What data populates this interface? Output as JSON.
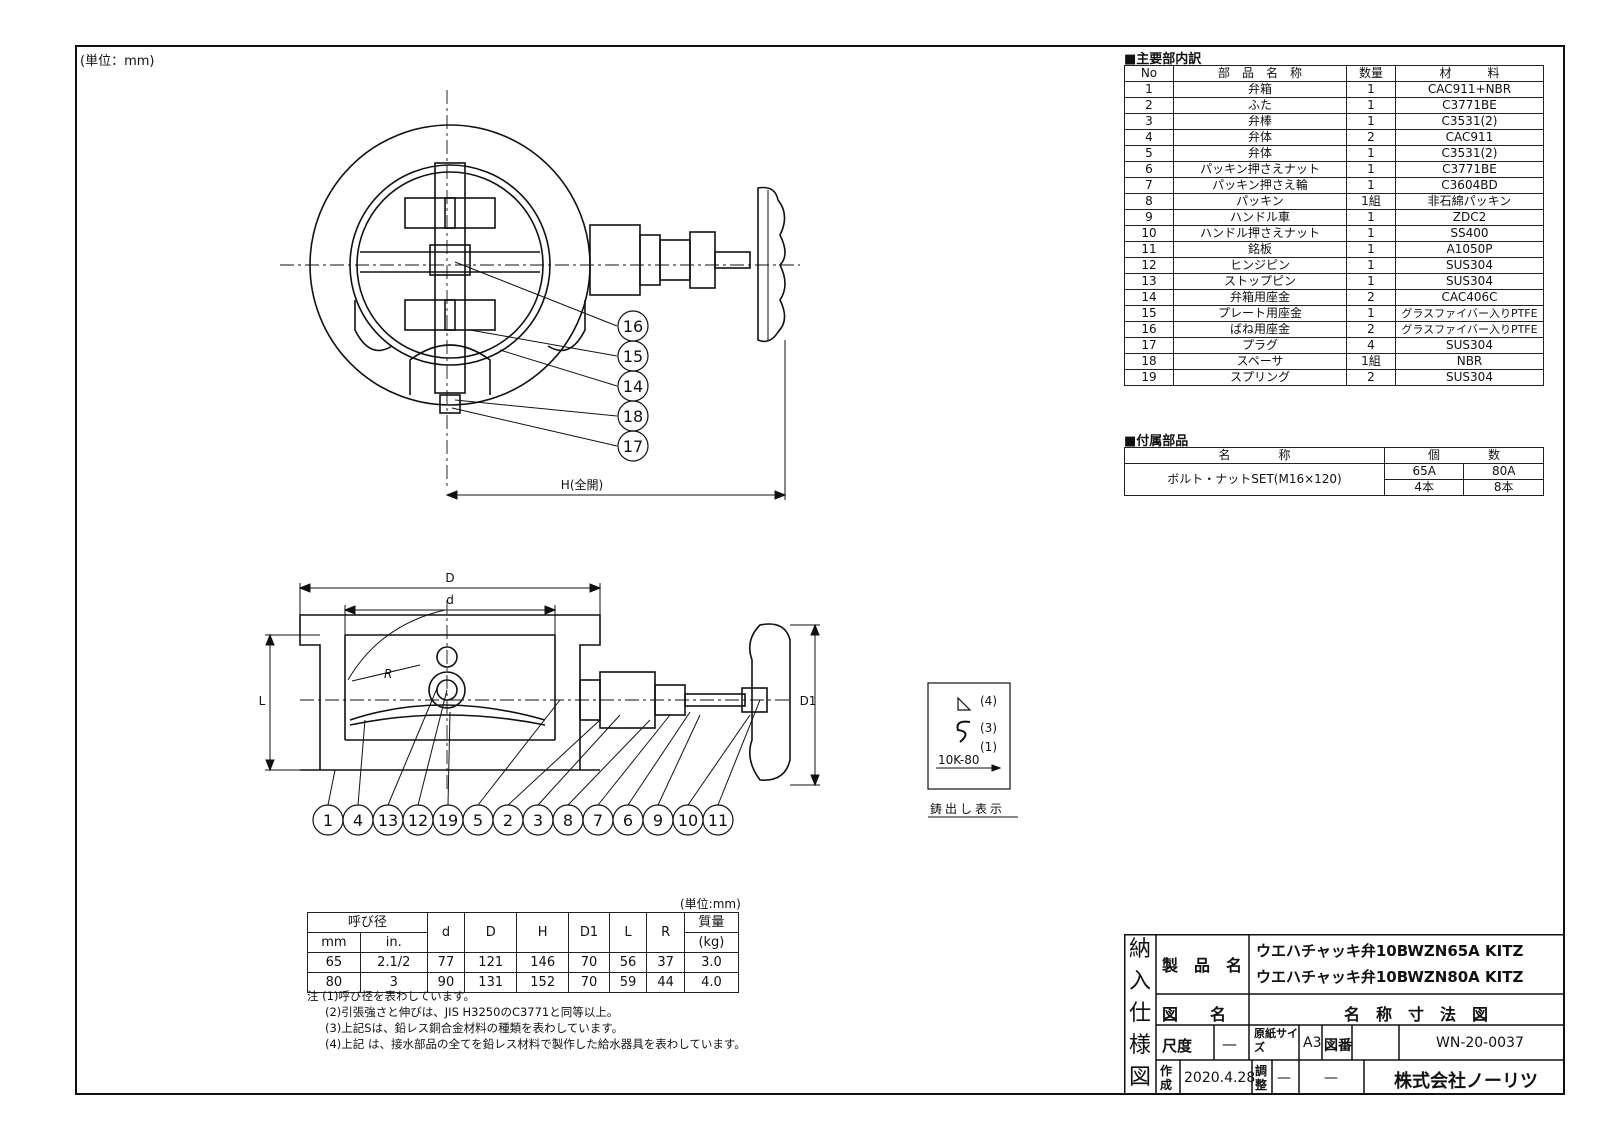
{
  "unit_top_left": "(単位：mm)",
  "parts_section_title": "■主要部内訳",
  "parts_headers": [
    "No",
    "部　品　名　称",
    "数量",
    "材　　　料"
  ],
  "parts": [
    [
      "1",
      "弁箱",
      "1",
      "CAC911+NBR"
    ],
    [
      "2",
      "ふた",
      "1",
      "C3771BE"
    ],
    [
      "3",
      "弁棒",
      "1",
      "C3531(2)"
    ],
    [
      "4",
      "弁体",
      "2",
      "CAC911"
    ],
    [
      "5",
      "弁体",
      "1",
      "C3531(2)"
    ],
    [
      "6",
      "パッキン押さえナット",
      "1",
      "C3771BE"
    ],
    [
      "7",
      "パッキン押さえ輪",
      "1",
      "C3604BD"
    ],
    [
      "8",
      "パッキン",
      "1組",
      "非石綿パッキン"
    ],
    [
      "9",
      "ハンドル車",
      "1",
      "ZDC2"
    ],
    [
      "10",
      "ハンドル押さえナット",
      "1",
      "SS400"
    ],
    [
      "11",
      "銘板",
      "1",
      "A1050P"
    ],
    [
      "12",
      "ヒンジピン",
      "1",
      "SUS304"
    ],
    [
      "13",
      "ストップピン",
      "1",
      "SUS304"
    ],
    [
      "14",
      "弁箱用座金",
      "2",
      "CAC406C"
    ],
    [
      "15",
      "プレート用座金",
      "1",
      "グラスファイバー入りPTFE"
    ],
    [
      "16",
      "ばね用座金",
      "2",
      "グラスファイバー入りPTFE"
    ],
    [
      "17",
      "プラグ",
      "4",
      "SUS304"
    ],
    [
      "18",
      "スペーサ",
      "1組",
      "NBR"
    ],
    [
      "19",
      "スプリング",
      "2",
      "SUS304"
    ]
  ],
  "acc_section_title": "■付属部品",
  "acc": {
    "h_name": "名　　　　称",
    "h_qty": "個　　　　数",
    "name": "ボルト・ナットSET(M16×120)",
    "sizes": [
      "65A",
      "80A"
    ],
    "qty": [
      "4本",
      "8本"
    ]
  },
  "top_view_callouts": [
    "16",
    "15",
    "14",
    "18",
    "17"
  ],
  "dim_H": "H(全開)",
  "dim_D": "D",
  "dim_d": "d",
  "dim_R": "R",
  "dim_L": "L",
  "dim_D1": "D1",
  "side_callouts": [
    "1",
    "4",
    "13",
    "12",
    "19",
    "5",
    "2",
    "3",
    "8",
    "7",
    "6",
    "9",
    "10",
    "11"
  ],
  "cast_marks": [
    "(4)",
    "(3)",
    "(1)"
  ],
  "cast_text": "10K-80",
  "cast_label": "鋳出し表示",
  "dims_unit": "(単位:mm)",
  "dims_header": {
    "nominal": "呼び径",
    "mm": "mm",
    "in": "in.",
    "cols": [
      "d",
      "D",
      "H",
      "D1",
      "L",
      "R"
    ],
    "mass": "質量",
    "mass_unit": "(kg)"
  },
  "dims_rows": [
    [
      "65",
      "2.1/2",
      "77",
      "121",
      "146",
      "70",
      "56",
      "37",
      "3.0"
    ],
    [
      "80",
      "3",
      "90",
      "131",
      "152",
      "70",
      "59",
      "44",
      "4.0"
    ]
  ],
  "notes": [
    "注 (1)呼び径を表わしています。",
    "(2)引張強さと伸びは、JIS H3250のC3771と同等以上。",
    "(3)上記Sは、鉛レス銅合金材料の種類を表わしています。",
    "(4)上記 は、接水部品の全てを鉛レス材料で製作した給水器具を表わしています。"
  ],
  "title_block": {
    "vertical": [
      "納",
      "入",
      "仕",
      "様",
      "図"
    ],
    "product_label": "製　品　名",
    "product_lines": [
      "ウエハチャッキ弁10BWZN65A KITZ",
      "ウエハチャッキ弁10BWZN80A KITZ"
    ],
    "drawing_label": "図　　名",
    "drawing_name": "名　称　寸　法　図",
    "scale_label": "尺度",
    "scale_value": "—",
    "paper_label": "原紙サイズ",
    "paper_value": "A3",
    "dwg_no_label": "図番",
    "dwg_no": "WN-20-0037",
    "made_label": "作成",
    "made_date": "2020.4.28",
    "adj_label": "調整",
    "adj_value": "—",
    "adj_value2": "—",
    "company": "株式会社ノーリツ"
  }
}
